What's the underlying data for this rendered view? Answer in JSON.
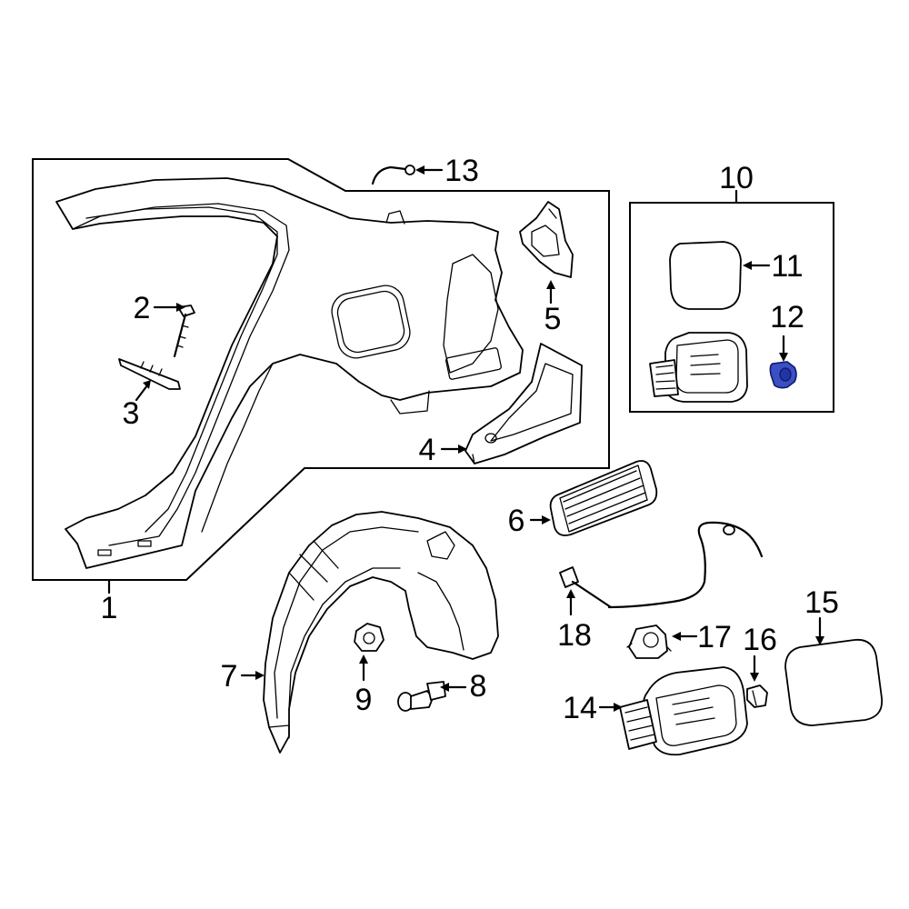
{
  "callouts": [
    {
      "id": "1",
      "label": "1"
    },
    {
      "id": "2",
      "label": "2"
    },
    {
      "id": "3",
      "label": "3"
    },
    {
      "id": "4",
      "label": "4"
    },
    {
      "id": "5",
      "label": "5"
    },
    {
      "id": "6",
      "label": "6"
    },
    {
      "id": "7",
      "label": "7"
    },
    {
      "id": "8",
      "label": "8"
    },
    {
      "id": "9",
      "label": "9"
    },
    {
      "id": "10",
      "label": "10"
    },
    {
      "id": "11",
      "label": "11"
    },
    {
      "id": "12",
      "label": "12"
    },
    {
      "id": "13",
      "label": "13"
    },
    {
      "id": "14",
      "label": "14"
    },
    {
      "id": "15",
      "label": "15"
    },
    {
      "id": "16",
      "label": "16"
    },
    {
      "id": "17",
      "label": "17"
    },
    {
      "id": "18",
      "label": "18"
    }
  ],
  "highlight_color": "#3b4fc4"
}
